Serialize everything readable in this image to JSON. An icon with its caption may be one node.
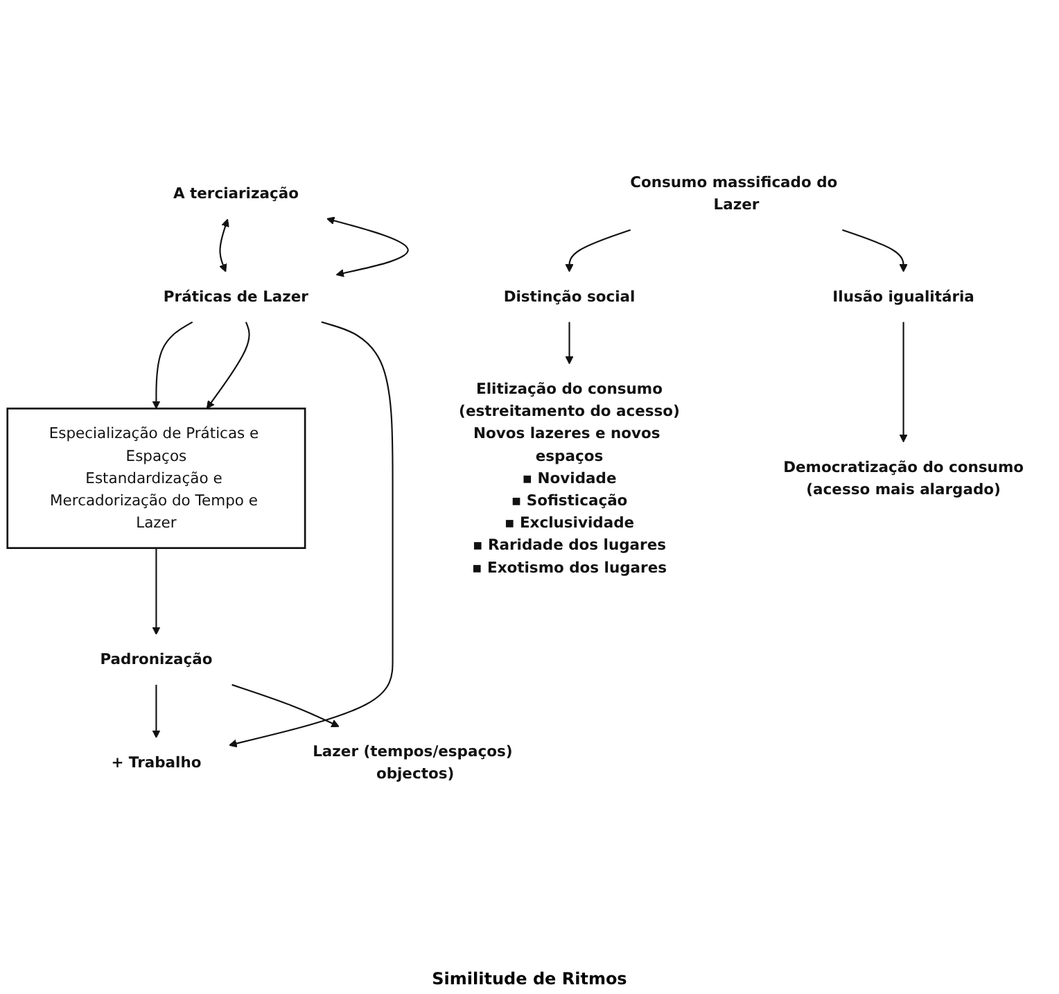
{
  "diagram": {
    "nodes": [
      {
        "text": [
          "A terciarização"
        ]
      },
      {
        "text": [
          "Práticas de Lazer"
        ]
      },
      {
        "text": [
          "Especialização de Práticas e Espaços",
          "Estandardização e Mercadorização do Tempo e Lazer"
        ]
      },
      {
        "text": [
          "Padronização"
        ]
      },
      {
        "text": [
          "+ Trabalho"
        ]
      },
      {
        "text": [
          "Lazer (tempos/espaços) objectos)"
        ]
      },
      {
        "text": [
          "Consumo massificado do Lazer"
        ]
      },
      {
        "text": [
          "Elitização do consumo",
          "(estreitamento do acesso)",
          "Novos lazeres e novos espaços",
          "▪ Novidade",
          "▪ Sofisticação",
          "▪ Exclusividade",
          "▪ Raridade dos lugares",
          "▪ Exotismo dos lugares"
        ]
      },
      {
        "text": [
          "Democratização do consumo",
          "(acesso mais alargado)"
        ]
      },
      {
        "text": [
          "Distinção social"
        ]
      },
      {
        "text": [
          "Ilusão igualitária"
        ]
      }
    ],
    "edges": [
      {
        "from": 0,
        "to": 1,
        "arrow": "both"
      },
      {
        "from": 0,
        "to": 1,
        "arrow": "both"
      },
      {
        "from": 1,
        "to": 2,
        "arrow": "to"
      },
      {
        "from": 1,
        "to": 2,
        "arrow": "to"
      },
      {
        "from": 2,
        "to": 3,
        "arrow": "to"
      },
      {
        "from": 3,
        "to": 4,
        "arrow": "to"
      },
      {
        "from": 3,
        "to": 5,
        "arrow": "to"
      },
      {
        "from": 1,
        "to": 4,
        "arrow": "to"
      },
      {
        "from": 6,
        "to": 9,
        "arrow": "to"
      },
      {
        "from": 6,
        "to": 10,
        "arrow": "to"
      },
      {
        "from": 9,
        "to": 7,
        "arrow": "to"
      },
      {
        "from": 10,
        "to": 8,
        "arrow": "to"
      }
    ],
    "labels": [
      "Similitude de Ritmos"
    ]
  }
}
